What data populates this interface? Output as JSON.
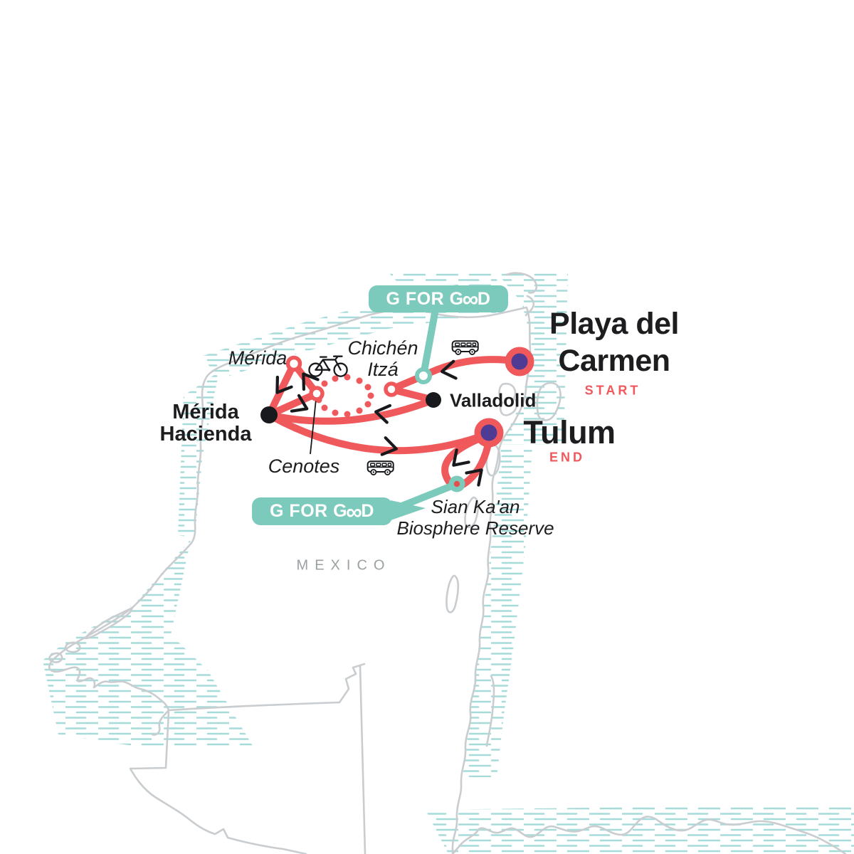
{
  "map": {
    "country_label": "MEXICO",
    "badges": {
      "top": {
        "full": "G FOR GOOD",
        "prefix": "G FOR G",
        "oo": "∞",
        "suffix": "D"
      },
      "bottom": {
        "full": "G FOR GOOD",
        "prefix": "G FOR G",
        "oo": "∞",
        "suffix": "D"
      }
    },
    "labels": {
      "playa_del_carmen": {
        "line1": "Playa del",
        "line2": "Carmen",
        "tag": "START"
      },
      "tulum": {
        "name": "Tulum",
        "tag": "END"
      },
      "valladolid": {
        "name": "Valladolid"
      },
      "merida_hacienda": {
        "line1": "Mérida",
        "line2": "Hacienda"
      },
      "merida": {
        "name": "Mérida"
      },
      "chichen_itza": {
        "line1": "Chichén",
        "line2": "Itzá"
      },
      "cenotes": {
        "name": "Cenotes"
      },
      "sian_kaan": {
        "line1": "Sian Ka'an",
        "line2": "Biosphere Reserve"
      }
    },
    "icons": [
      "bus-icon",
      "bus-icon",
      "bicycle-icon"
    ],
    "colors": {
      "route_red": "#F0595C",
      "node_purple": "#4F3A94",
      "teal": "#7CCABC",
      "hatch": "#A6DBD9",
      "coast_gray": "#C9CDD0",
      "country_gray": "#9BA0A2",
      "text_black": "#1D1D1F"
    }
  }
}
